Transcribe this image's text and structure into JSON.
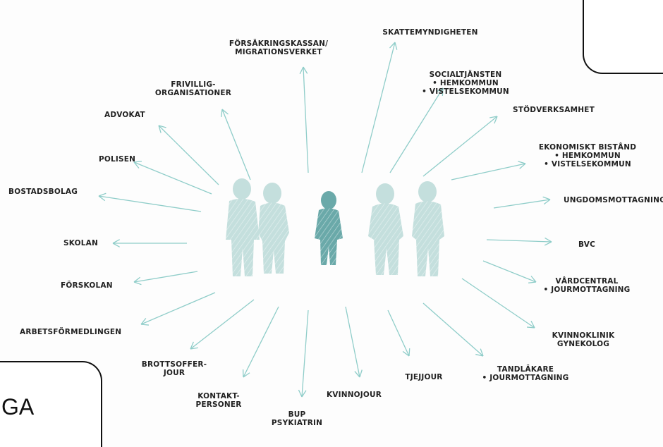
{
  "labels": {
    "forsakringskassan": [
      "FÖRSÄKRINGSKASSAN/",
      "MIGRATIONSVERKET"
    ],
    "skattemyndigheten": [
      "SKATTEMYNDIGHETEN"
    ],
    "socialtjansten": [
      "SOCIALTJÄNSTEN",
      "• HEMKOMMUN",
      "• VISTELSEKOMMUN"
    ],
    "stodverksamhet": [
      "STÖDVERKSAMHET"
    ],
    "ekonomiskt_bistand": [
      "EKONOMISKT BISTÅND",
      "• HEMKOMMUN",
      "• VISTELSEKOMMUN"
    ],
    "ungdomsmottagning": [
      "UNGDOMSMOTTAGNING"
    ],
    "bvc": [
      "BVC"
    ],
    "vardcentral": [
      "VÅRDCENTRAL",
      "• JOURMOTTAGNING"
    ],
    "kvinnoklinik": [
      "KVINNOKLINIK",
      "GYNEKOLOG"
    ],
    "tandlakare": [
      "TANDLÄKARE",
      "• JOURMOTTAGNING"
    ],
    "tjejjour": [
      "TJEJJOUR"
    ],
    "kvinnojour": [
      "KVINNOJOUR"
    ],
    "bup": [
      "BUP",
      "PSYKIATRIN"
    ],
    "kontaktpersoner": [
      "KONTAKT-",
      "PERSONER"
    ],
    "brottsofferjour": [
      "BROTTSOFFER-",
      "JOUR"
    ],
    "arbetsformedlingen": [
      "ARBETSFÖRMEDLINGEN"
    ],
    "forskolan": [
      "FÖRSKOLAN"
    ],
    "skolan": [
      "SKOLAN"
    ],
    "bostadsbolag": [
      "BOSTADSBOLAG"
    ],
    "polisen": [
      "POLISEN"
    ],
    "advokat": [
      "ADVOKAT"
    ],
    "frivillig": [
      "FRIVILLIG-",
      "ORGANISATIONER"
    ]
  },
  "callout_bottom_text": "GA",
  "colors": {
    "arrow": "#8fcdc9",
    "figure_light": "#c4dfdd",
    "figure_center": "#6aa9a9",
    "text": "#222222"
  }
}
